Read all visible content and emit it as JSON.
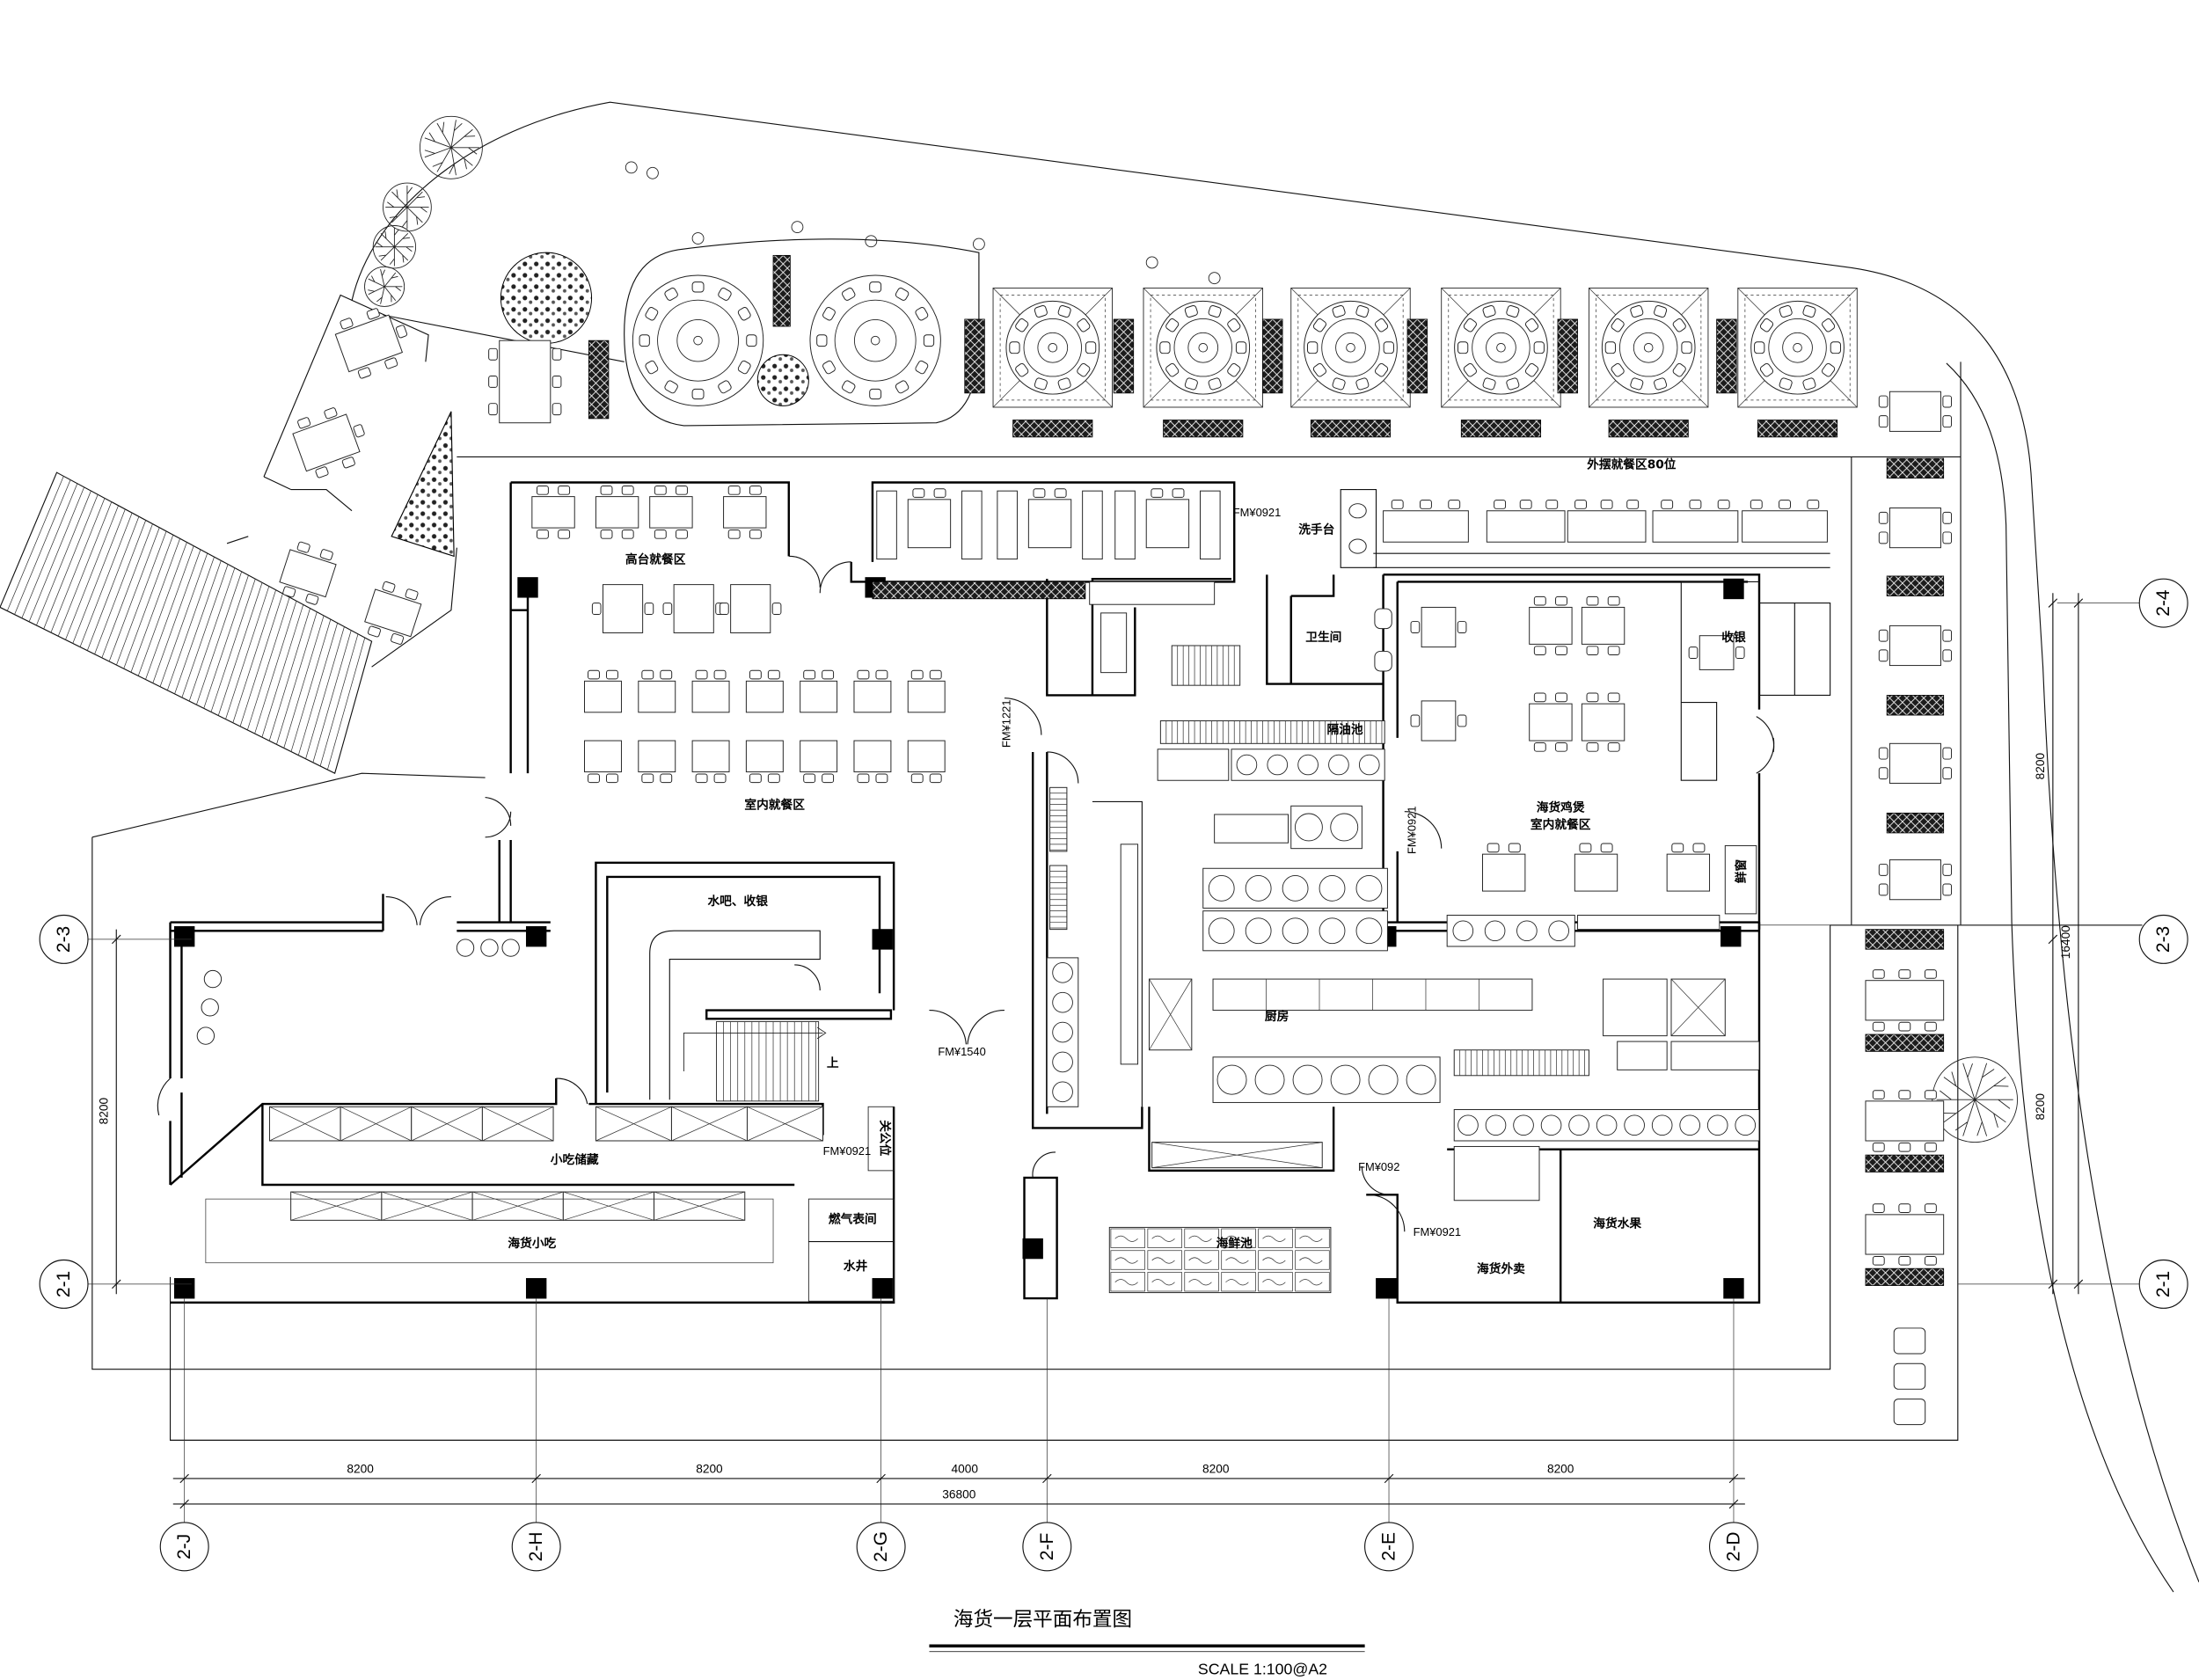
{
  "drawing": {
    "title": "海货一层平面布置图",
    "scale": "SCALE 1:100@A2"
  },
  "rooms": {
    "outdoor_dining": "外摆就餐区80位",
    "handwash": "洗手台",
    "high_table_dining": "高台就餐区",
    "indoor_dining": "室内就餐区",
    "restroom": "卫生间",
    "cashier": "收银",
    "grease_trap": "隔油池",
    "chicken_pot_dining_line1": "海货鸡煲",
    "chicken_pot_dining_line2": "室内就餐区",
    "pass_window": "鲜窗",
    "water_bar": "水吧、收银",
    "stair_up": "上",
    "kitchen": "厨房",
    "snack_storage": "小吃储藏",
    "guan_gong": "关公位",
    "gas_meter_room": "燃气表间",
    "water_shaft": "水井",
    "seafood_snacks": "海货小吃",
    "seafood_tank": "海鲜池",
    "takeaway": "海货外卖",
    "fruit": "海货水果"
  },
  "doors": [
    "FM¥0921",
    "FM¥1221",
    "FM¥0921",
    "FM¥1540",
    "FM¥0921",
    "FM¥092",
    "FM¥0921"
  ],
  "dimensions": {
    "bottom": [
      "8200",
      "8200",
      "4000",
      "8200",
      "8200"
    ],
    "bottom_total": "36800",
    "left": "8200",
    "right": [
      "8200",
      "8200"
    ],
    "right_total": "16400"
  },
  "axes": {
    "bottom": [
      "2-J",
      "2-H",
      "2-G",
      "2-F",
      "2-E",
      "2-D"
    ],
    "left": [
      "2-3",
      "2-1"
    ],
    "right": [
      "2-4",
      "2-3",
      "2-1"
    ]
  }
}
